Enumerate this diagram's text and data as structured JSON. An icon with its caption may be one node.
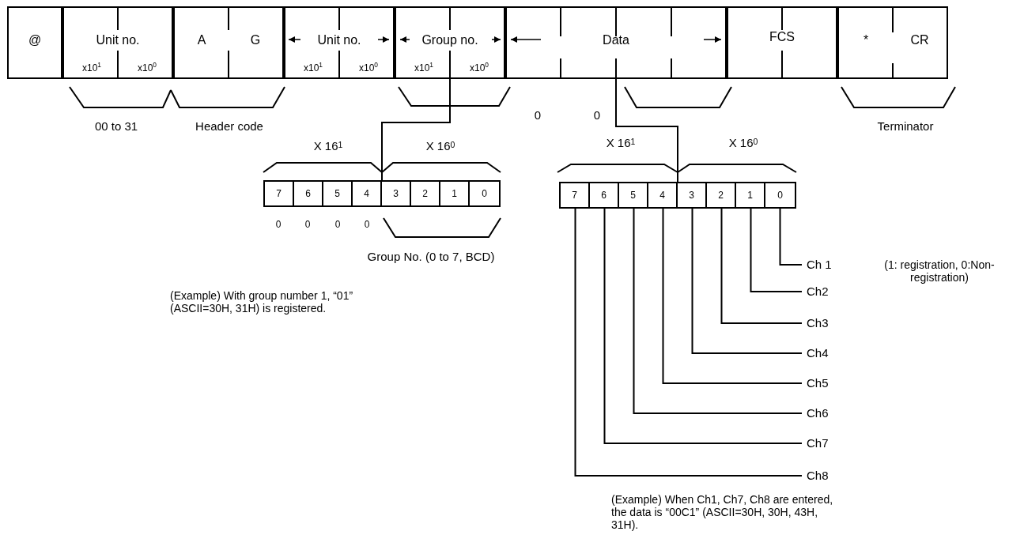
{
  "diagram": {
    "nodes": [
      {
        "text": [
          "@"
        ]
      },
      {
        "text": [
          "Unit no.",
          "x10$^{1}$",
          "x10$^{0}$"
        ]
      },
      {
        "text": [
          "A"
        ]
      },
      {
        "text": [
          "G"
        ]
      },
      {
        "text": [
          "Unit no.",
          "x10$^{1}$",
          "x10$^{0}$"
        ]
      },
      {
        "text": [
          "Group no.",
          "x10$^{1}$",
          "x10$^{0}$"
        ]
      },
      {
        "text": [
          "Data"
        ]
      },
      {
        "text": [
          "FCS"
        ]
      },
      {
        "text": [
          "*"
        ]
      },
      {
        "text": [
          "CR"
        ]
      },
      {
        "text": [],
        "shape": "box"
      },
      {
        "text": [
          "7"
        ],
        "in": 10
      },
      {
        "text": [
          "6"
        ],
        "in": 10
      },
      {
        "text": [
          "5"
        ],
        "in": 10
      },
      {
        "text": [
          "4"
        ],
        "in": 10
      },
      {
        "text": [
          "3"
        ],
        "in": 10
      },
      {
        "text": [
          "2"
        ],
        "in": 10
      },
      {
        "text": [
          "1"
        ],
        "in": 10
      },
      {
        "text": [
          "0"
        ],
        "in": 10
      },
      {
        "text": [],
        "shape": "box"
      },
      {
        "text": [
          "7"
        ],
        "in": 19
      },
      {
        "text": [
          "6"
        ],
        "in": 19
      },
      {
        "text": [
          "5"
        ],
        "in": 19
      },
      {
        "text": [
          "4"
        ],
        "in": 19
      },
      {
        "text": [
          "3"
        ],
        "in": 19
      },
      {
        "text": [
          "2"
        ],
        "in": 19
      },
      {
        "text": [
          "1"
        ],
        "in": 19
      },
      {
        "text": [
          "0"
        ],
        "in": 19
      },
      {
        "text": [
          "Ch 1"
        ]
      },
      {
        "text": [
          "Ch2"
        ]
      },
      {
        "text": [
          "Ch3"
        ]
      },
      {
        "text": [
          "Ch4"
        ]
      },
      {
        "text": [
          "Ch5"
        ]
      },
      {
        "text": [
          "Ch6"
        ]
      },
      {
        "text": [
          "Ch7"
        ]
      },
      {
        "text": [
          "Ch8"
        ]
      }
    ],
    "edges": [
      {
        "from": 5,
        "to": 10,
        "arrow": "none"
      },
      {
        "from": 6,
        "to": 19,
        "arrow": "none"
      },
      {
        "from": 27,
        "to": 28,
        "arrow": "none"
      },
      {
        "from": 26,
        "to": 29,
        "arrow": "none"
      },
      {
        "from": 25,
        "to": 30,
        "arrow": "none"
      },
      {
        "from": 24,
        "to": 31,
        "arrow": "none"
      },
      {
        "from": 23,
        "to": 32,
        "arrow": "none"
      },
      {
        "from": 22,
        "to": 33,
        "arrow": "none"
      },
      {
        "from": 21,
        "to": 34,
        "arrow": "none"
      },
      {
        "from": 20,
        "to": 35,
        "arrow": "none"
      }
    ],
    "labels": [
      "00 to 31",
      "Header code",
      "0",
      "0",
      "Terminator",
      "X 16$^{1}$",
      "X 16$^{0}$",
      "X 16$^{1}$",
      "X 16$^{0}$",
      "0",
      "0",
      "0",
      "0",
      "Group No. (0 to 7, BCD)",
      "(1: registration, 0:Non-registration)",
      "(Example) With group number 1, “01” (ASCII=30H, 31H) is registered.",
      "(Example) When Ch1, Ch7, Ch8 are entered, the data is “00C1” (ASCII=30H, 30H, 43H, 31H)."
    ]
  }
}
